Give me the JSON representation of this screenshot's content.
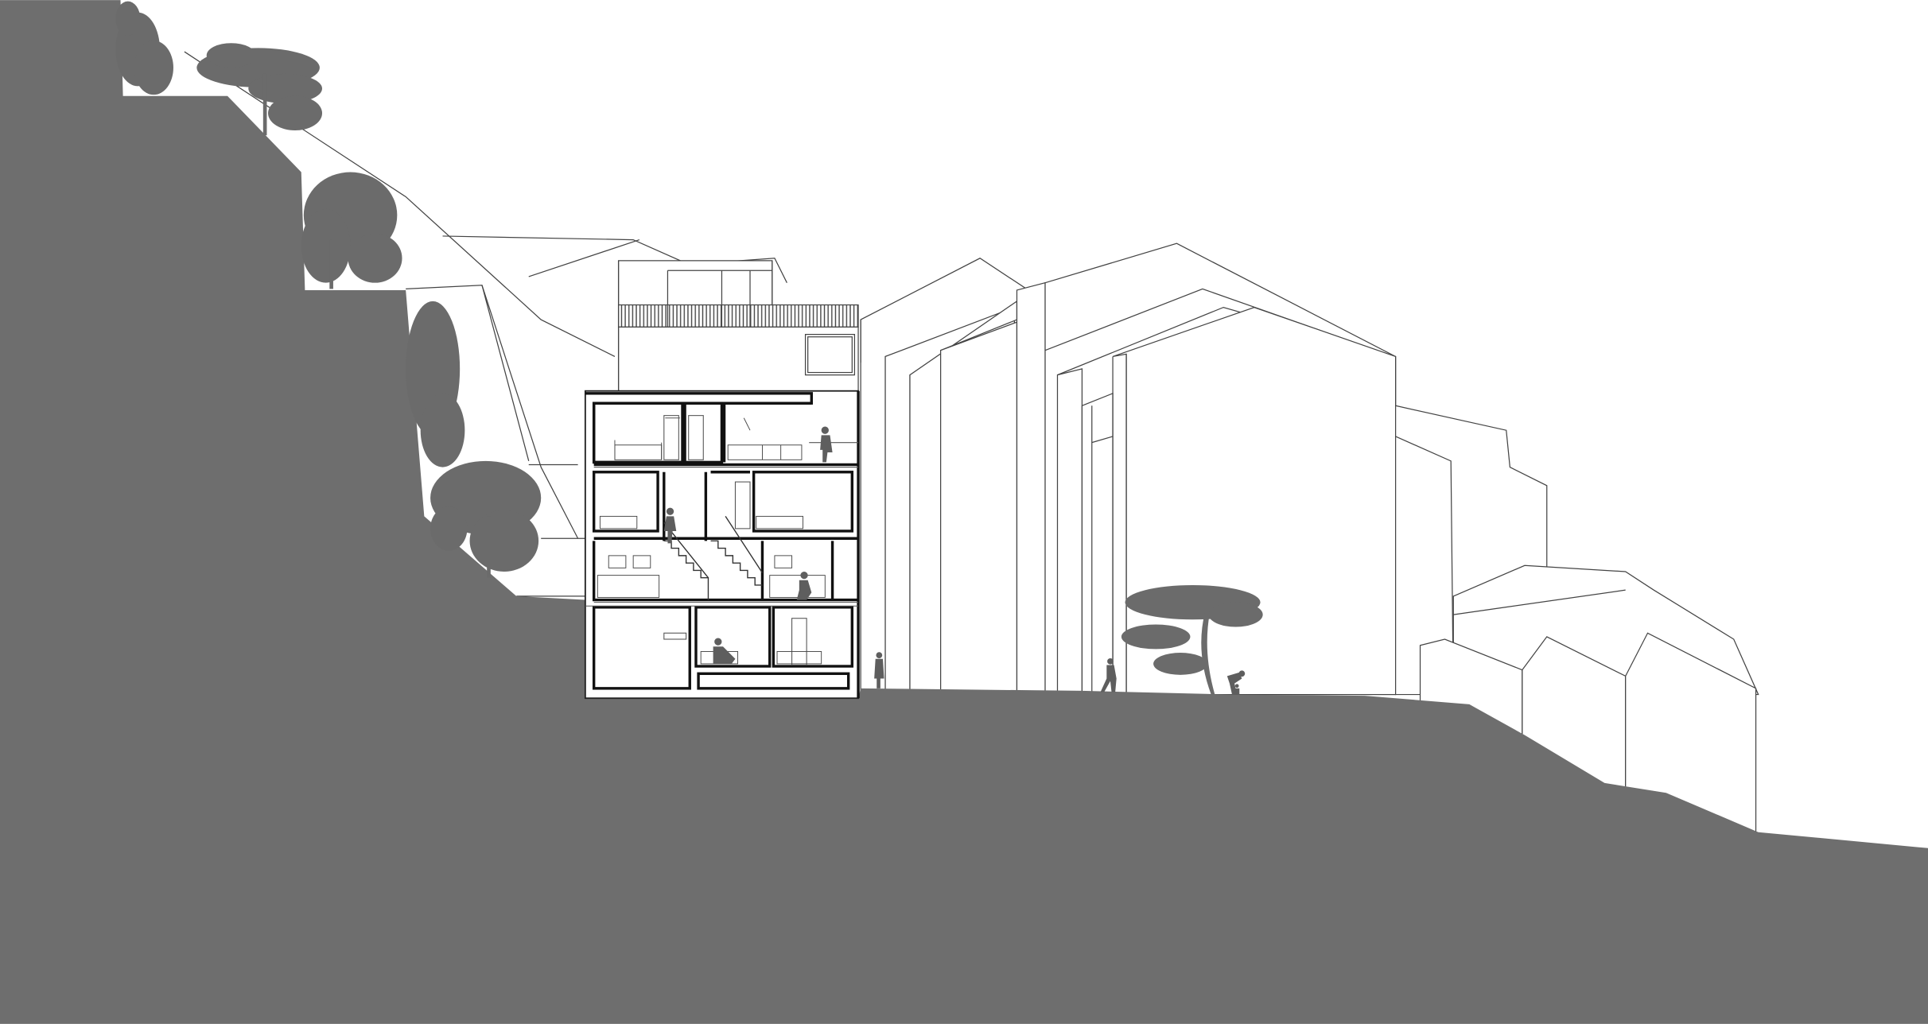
{
  "drawing": {
    "type": "architectural site section",
    "colors": {
      "ground": "#6e6e6e",
      "vegetation": "#6b6b6b",
      "figures": "#5e5e5e",
      "linework": "#3a3a3a",
      "background": "#ffffff"
    },
    "building_section": {
      "floors": 4,
      "elements": [
        "roof-terrace-railing",
        "stair",
        "bedrooms",
        "living-room",
        "kitchen",
        "basement-room"
      ]
    },
    "figures_count": 7,
    "trees_count": 6
  }
}
